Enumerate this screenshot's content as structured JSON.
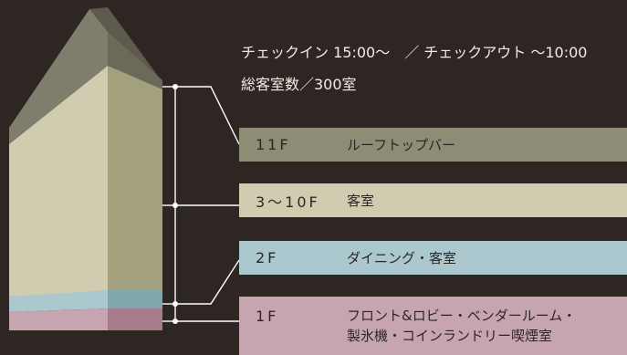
{
  "info": {
    "checkin_checkout": "チェックイン 15:00〜　／ チェックアウト 〜10:00",
    "rooms": "総客室数／300室"
  },
  "floors": [
    {
      "floor": "11F",
      "name": "ルーフトップバー"
    },
    {
      "floor": "3〜10F",
      "name": "客室"
    },
    {
      "floor": "2F",
      "name": "ダイニング・客室"
    },
    {
      "floor": "1F",
      "name_line1": "フロント&ロビー・ベンダールーム・",
      "name_line2": "製氷機・コインランドリー喫煙室"
    }
  ],
  "colors": {
    "background": "#2e2623",
    "roof": "#8d8c75",
    "tower_front": "#cfccb0",
    "tower_side": "#a3a07d",
    "floor2": "#aac8cd",
    "floor1": "#c7a5b0",
    "line": "#ffffff"
  }
}
